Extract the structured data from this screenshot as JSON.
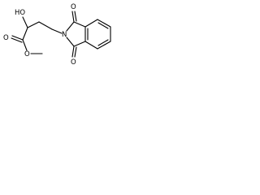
{
  "molecule": {
    "bond_color": "#000000",
    "background": "#ffffff",
    "atoms": {
      "hydroxyl": "HO",
      "carbonyl_oxygen_ester": "O",
      "ester_oxygen": "O",
      "imide_nitrogen": "N",
      "imide_oxygen_top": "O",
      "imide_oxygen_bottom": "O"
    }
  }
}
